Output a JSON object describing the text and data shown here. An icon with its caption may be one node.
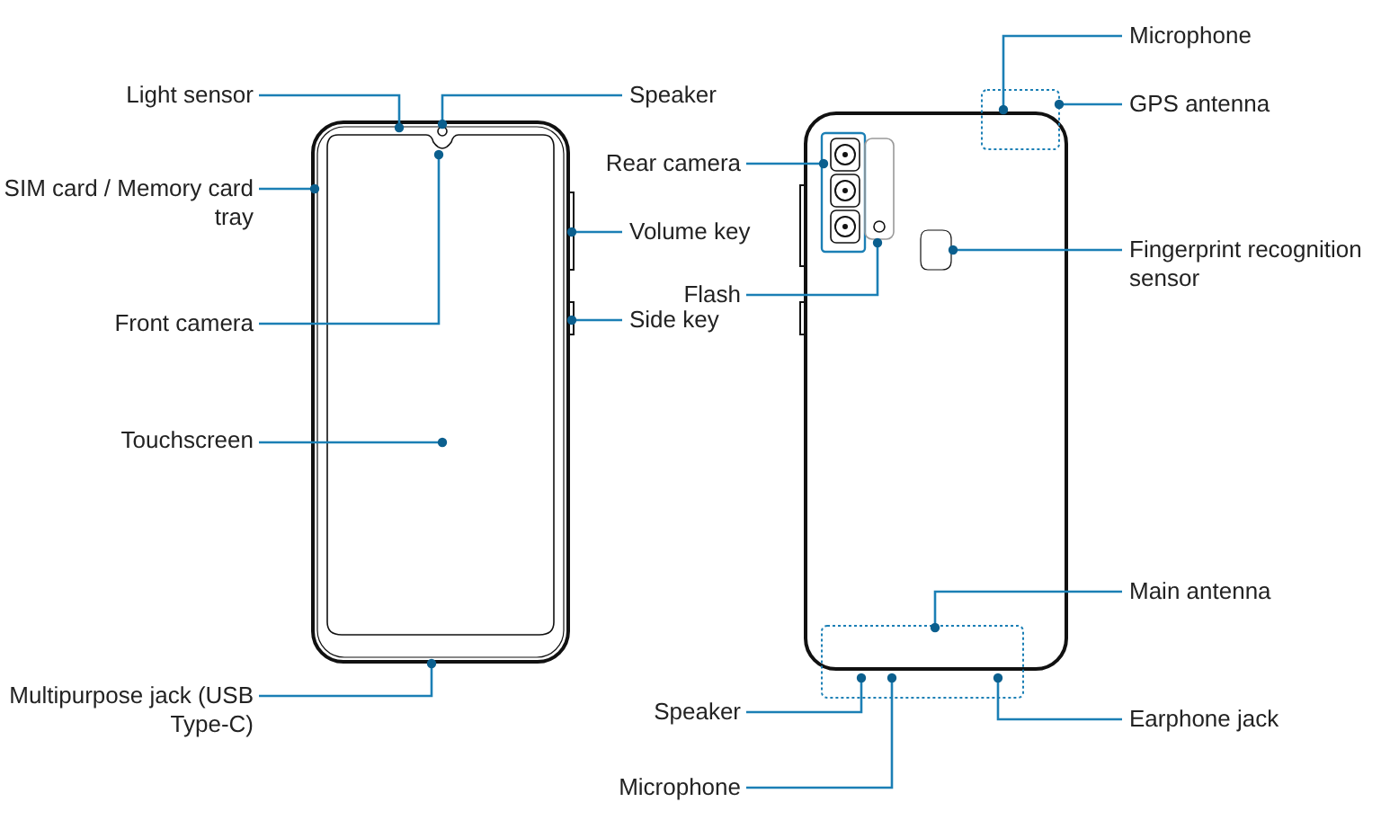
{
  "diagram": {
    "nodes": [
      {
        "text": [
          "Light sensor"
        ]
      },
      {
        "text": [
          "Speaker"
        ]
      },
      {
        "text": [
          "SIM card / Memory card tray"
        ]
      },
      {
        "text": [
          "Front camera"
        ]
      },
      {
        "text": [
          "Touchscreen"
        ]
      },
      {
        "text": [
          "Multipurpose jack (USB Type-C)"
        ]
      },
      {
        "text": [
          "Volume key"
        ]
      },
      {
        "text": [
          "Side key"
        ]
      },
      {
        "text": [
          "Microphone"
        ]
      },
      {
        "text": [
          "GPS antenna"
        ]
      },
      {
        "text": [
          "Rear camera"
        ]
      },
      {
        "text": [
          "Flash"
        ]
      },
      {
        "text": [
          "Fingerprint recognition sensor"
        ]
      },
      {
        "text": [
          "Main antenna"
        ]
      },
      {
        "text": [
          "Speaker"
        ]
      },
      {
        "text": [
          "Earphone jack"
        ]
      },
      {
        "text": [
          "Microphone"
        ]
      },
      {
        "text": [],
        "shape": "picture"
      },
      {
        "text": [],
        "shape": "picture"
      }
    ],
    "edges": [
      {
        "from": 0,
        "to": 17,
        "arrow": "other"
      },
      {
        "from": 1,
        "to": 17,
        "arrow": "other"
      },
      {
        "from": 2,
        "to": 17,
        "arrow": "other"
      },
      {
        "from": 3,
        "to": 17,
        "arrow": "other"
      },
      {
        "from": 4,
        "to": 17,
        "arrow": "other"
      },
      {
        "from": 5,
        "to": 17,
        "arrow": "other"
      },
      {
        "from": 6,
        "to": 17,
        "arrow": "other"
      },
      {
        "from": 7,
        "to": 17,
        "arrow": "other"
      },
      {
        "from": 8,
        "to": 18,
        "arrow": "other"
      },
      {
        "from": 9,
        "to": 18,
        "arrow": "other"
      },
      {
        "from": 10,
        "to": 18,
        "arrow": "other"
      },
      {
        "from": 11,
        "to": 18,
        "arrow": "other"
      },
      {
        "from": 12,
        "to": 18,
        "arrow": "other"
      },
      {
        "from": 13,
        "to": 18,
        "arrow": "other"
      },
      {
        "from": 14,
        "to": 18,
        "arrow": "other"
      },
      {
        "from": 15,
        "to": 18,
        "arrow": "other"
      },
      {
        "from": 16,
        "to": 18,
        "arrow": "other"
      }
    ]
  }
}
